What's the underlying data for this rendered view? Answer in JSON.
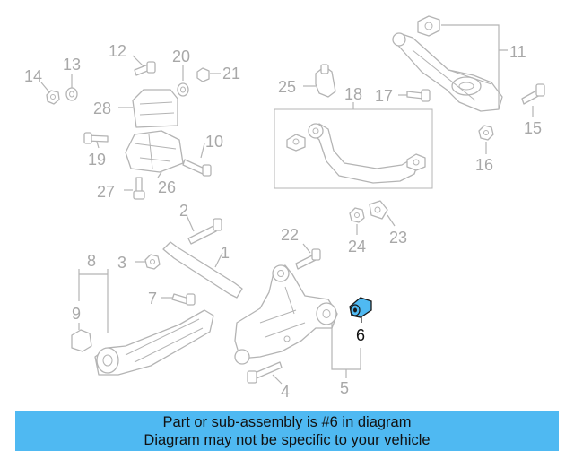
{
  "callouts": {
    "c1": "1",
    "c2": "2",
    "c3": "3",
    "c4": "4",
    "c5": "5",
    "c6": "6",
    "c7": "7",
    "c8": "8",
    "c9": "9",
    "c10": "10",
    "c11": "11",
    "c12": "12",
    "c13": "13",
    "c14": "14",
    "c15": "15",
    "c16": "16",
    "c17": "17",
    "c18": "18",
    "c19": "19",
    "c20": "20",
    "c21": "21",
    "c22": "22",
    "c23": "23",
    "c24": "24",
    "c25": "25",
    "c26": "26",
    "c27": "27",
    "c28": "28"
  },
  "highlight": {
    "part_number": "6",
    "color": "#4fb9f2"
  },
  "banner": {
    "line1": "Part or sub-assembly is #6 in diagram",
    "line2": "Diagram may not be specific to your vehicle",
    "background": "#4fb9f2"
  }
}
